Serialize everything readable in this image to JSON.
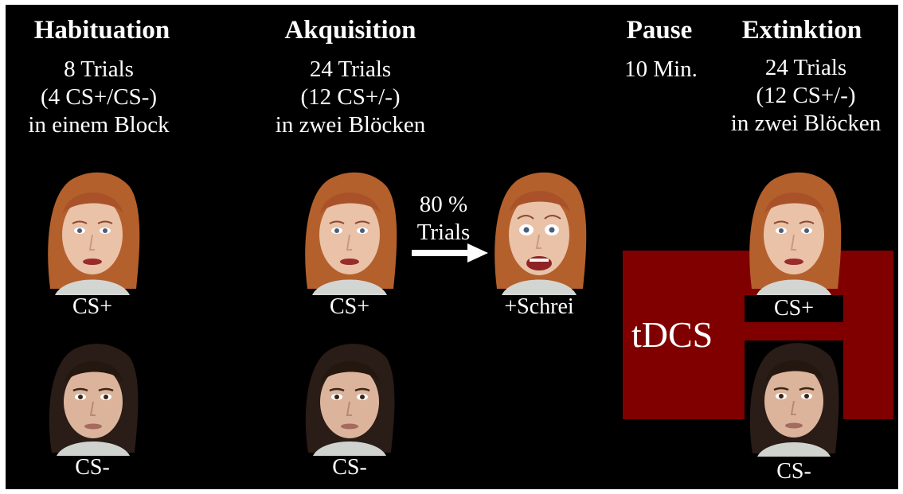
{
  "colors": {
    "background": "#000000",
    "tdcs": "#800000",
    "text": "#ffffff"
  },
  "phases": {
    "habituation": {
      "title": "Habituation",
      "lines": [
        "8 Trials",
        "(4 CS+/CS-)",
        "in einem Block"
      ]
    },
    "akquisition": {
      "title": "Akquisition",
      "lines": [
        "24 Trials",
        "(12 CS+/-)",
        "in zwei Blöcken"
      ]
    },
    "pause": {
      "title": "Pause",
      "lines": [
        "10 Min."
      ]
    },
    "extinktion": {
      "title": "Extinktion",
      "lines": [
        "24 Trials",
        "(12 CS+/-)",
        "in zwei Blöcken"
      ]
    }
  },
  "stimuli": {
    "cs_plus": "CS+",
    "cs_minus": "CS-",
    "scream": "+Schrei",
    "arrow_line1": "80 %",
    "arrow_line2": "Trials"
  },
  "tdcs_label": "tDCS",
  "icons": [
    "face-neutral-redhead-icon",
    "face-neutral-brunette-icon",
    "face-fearful-redhead-icon",
    "arrow-right-icon"
  ]
}
